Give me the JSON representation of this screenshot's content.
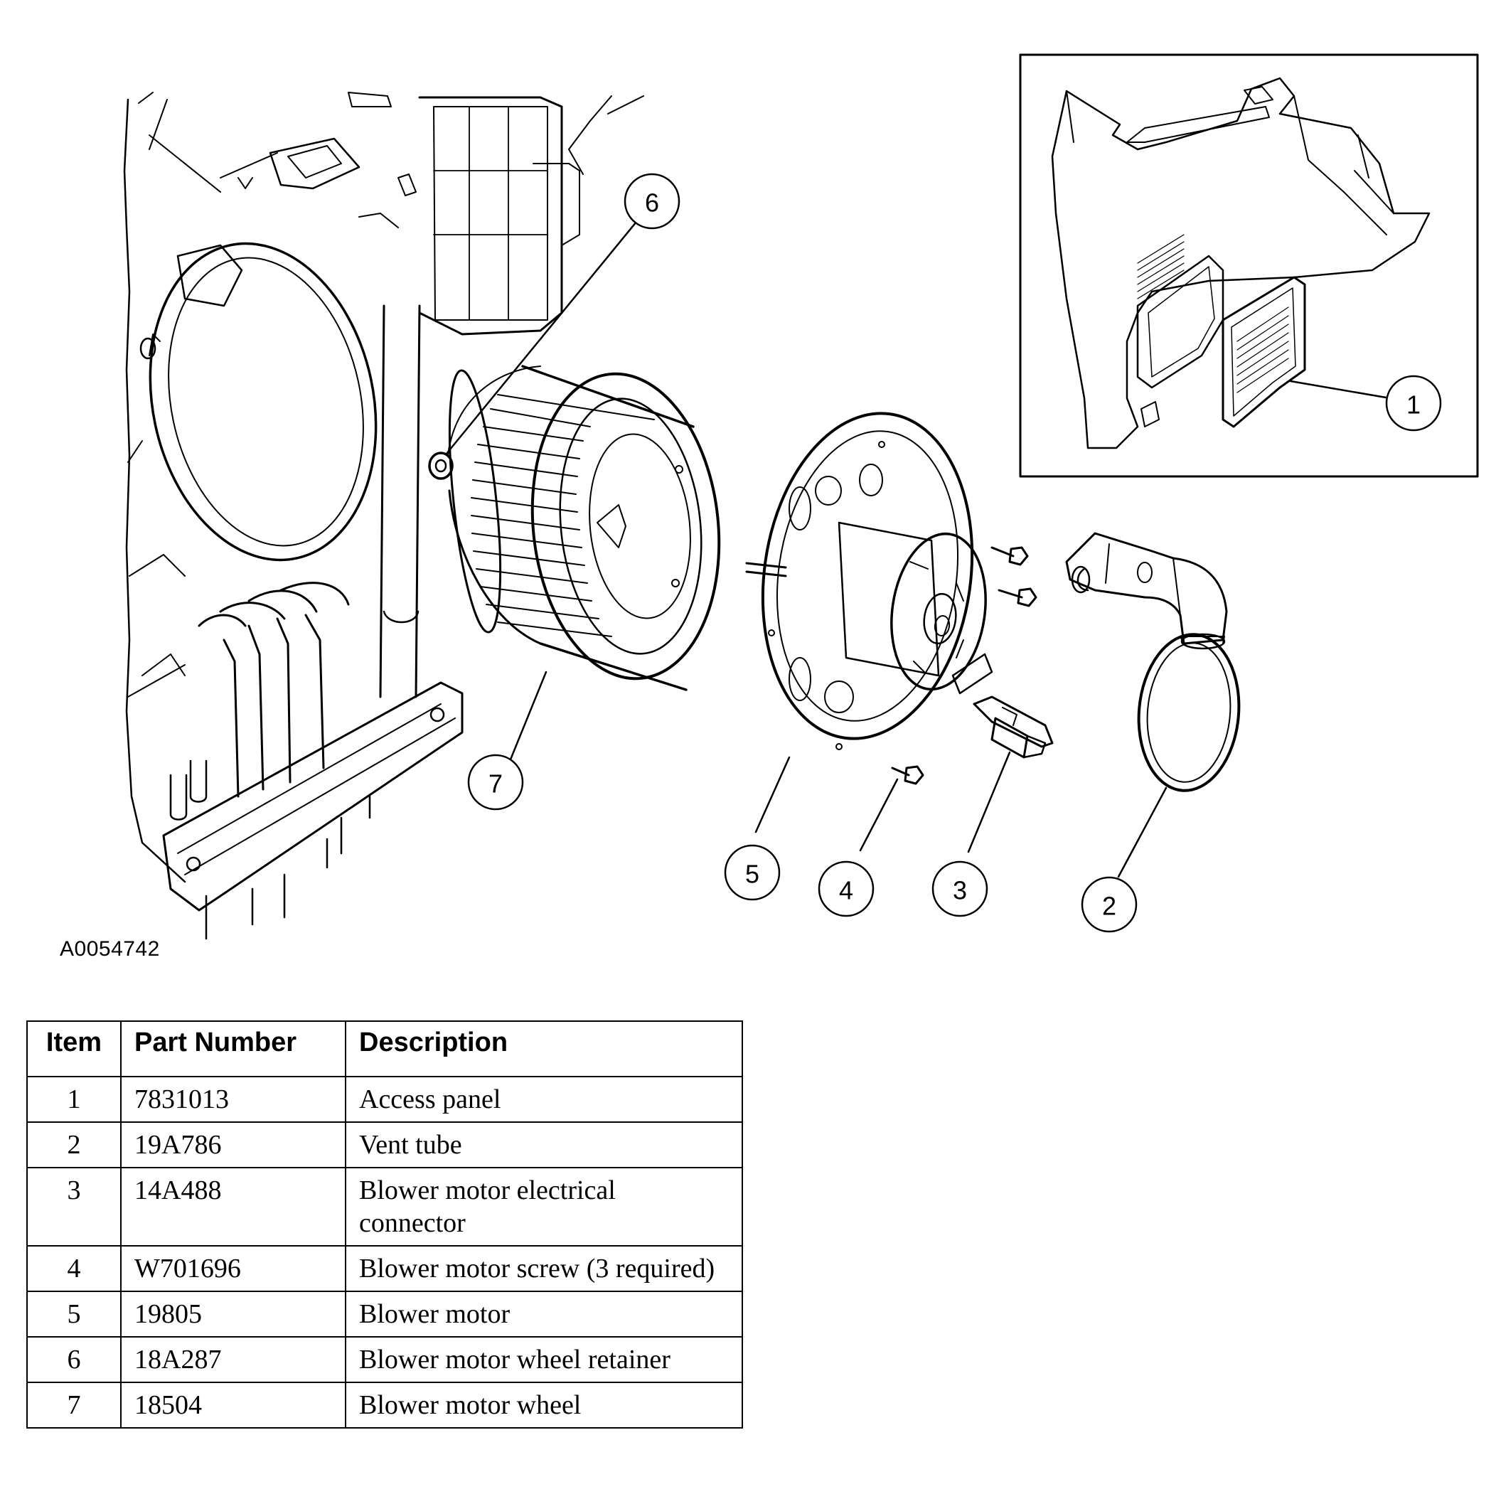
{
  "figure": {
    "id": "A0054742",
    "callouts": [
      "1",
      "2",
      "3",
      "4",
      "5",
      "6",
      "7"
    ]
  },
  "table": {
    "headers": [
      "Item",
      "Part Number",
      "Description"
    ],
    "rows": [
      {
        "item": "1",
        "part_number": "7831013",
        "description": "Access panel"
      },
      {
        "item": "2",
        "part_number": "19A786",
        "description": "Vent tube"
      },
      {
        "item": "3",
        "part_number": "14A488",
        "description": "Blower motor electrical connector"
      },
      {
        "item": "4",
        "part_number": "W701696",
        "description": "Blower motor screw (3 required)"
      },
      {
        "item": "5",
        "part_number": "19805",
        "description": "Blower motor"
      },
      {
        "item": "6",
        "part_number": "18A287",
        "description": "Blower motor wheel retainer"
      },
      {
        "item": "7",
        "part_number": "18504",
        "description": "Blower motor wheel"
      }
    ]
  }
}
